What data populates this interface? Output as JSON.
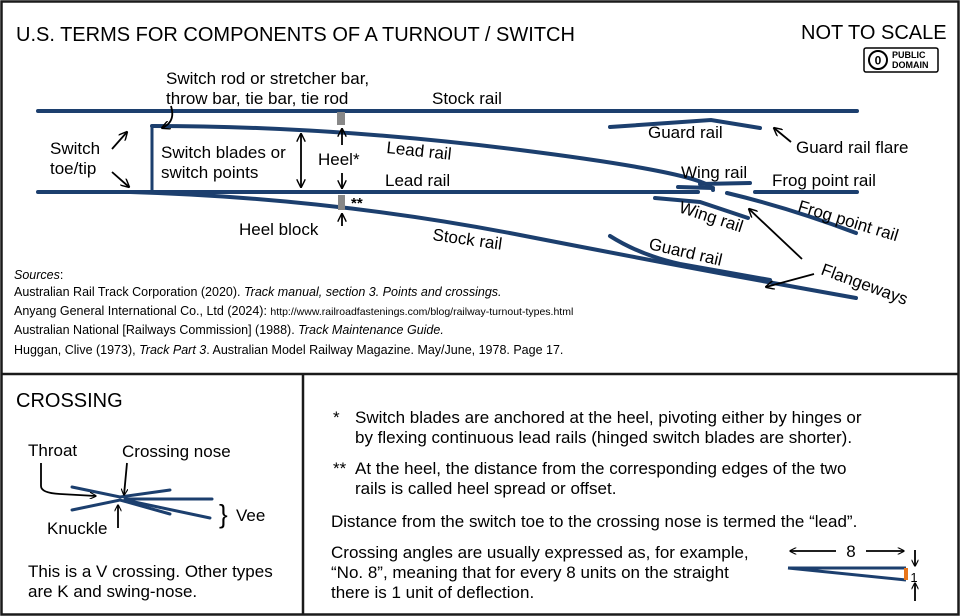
{
  "title": "U.S. TERMS FOR COMPONENTS OF A TURNOUT / SWITCH",
  "not_to_scale": "NOT TO SCALE",
  "badge": {
    "zero": "0",
    "line1": "PUBLIC",
    "line2": "DOMAIN"
  },
  "labels": {
    "switch_rod_1": "Switch rod or stretcher bar,",
    "switch_rod_2": "throw bar, tie bar, tie rod",
    "stock_rail_top": "Stock rail",
    "switch_toe_1": "Switch",
    "switch_toe_2": "toe/tip",
    "switch_blades_1": "Switch blades or",
    "switch_blades_2": "switch points",
    "heel": "Heel*",
    "lead_rail_upper": "Lead rail",
    "lead_rail_lower": "Lead rail",
    "guard_rail_top": "Guard rail",
    "guard_rail_flare": "Guard rail flare",
    "wing_rail_upper": "Wing rail",
    "frog_point_upper": "Frog point rail",
    "double_star": "**",
    "heel_block": "Heel block",
    "stock_rail_bottom": "Stock rail",
    "wing_rail_lower": "Wing rail",
    "frog_point_lower": "Frog point rail",
    "guard_rail_bottom": "Guard rail",
    "flangeways": "Flangeways"
  },
  "sources": {
    "heading": "Sources",
    "colon": ":",
    "s1_plain": "Australian Rail Track Corporation (2020). ",
    "s1_italic": "Track manual, section 3. Points and crossings.",
    "s2_plain": "Anyang General International Co., Ltd (2024): ",
    "s2_url": "http://www.railroadfastenings.com/blog/railway-turnout-types.html",
    "s3_plain": "Australian National [Railways Commission] (1988). ",
    "s3_italic": "Track Maintenance Guide.",
    "s4_plain_a": "Huggan, Clive (1973), ",
    "s4_italic": "Track Part 3",
    "s4_plain_b": ". Australian Model Railway Magazine. May/June, 1978. Page 17."
  },
  "crossing": {
    "heading": "CROSSING",
    "throat": "Throat",
    "crossing_nose": "Crossing nose",
    "knuckle": "Knuckle",
    "vee_brace": "}",
    "vee": "Vee",
    "note_1": "This is a V crossing. Other types",
    "note_2": "are K and swing-nose."
  },
  "notes": {
    "star": "*",
    "n1_line1": "Switch blades are anchored at the heel, pivoting either by hinges or",
    "n1_line2": "by flexing continuous lead rails (hinged switch blades are shorter).",
    "dstar": "**",
    "n2_line1": "At the heel, the distance from the corresponding edges of the two",
    "n2_line2": "rails is called heel spread or offset.",
    "n3": "Distance from the switch toe to the crossing nose is termed the “lead”.",
    "n4_line1": "Crossing angles are usually expressed as, for example,",
    "n4_line2": "“No. 8”, meaning that for every 8 units on the straight",
    "n4_line3": "there is 1 unit of deflection.",
    "angle_run": "8",
    "angle_rise": "1"
  },
  "colors": {
    "rail": "#1c3f6e",
    "frame": "#1a1a1a",
    "heel_marker": "#888888",
    "deflection_marker": "#e8751a"
  },
  "icons": [
    "public-domain-icon",
    "arrow-icon"
  ]
}
